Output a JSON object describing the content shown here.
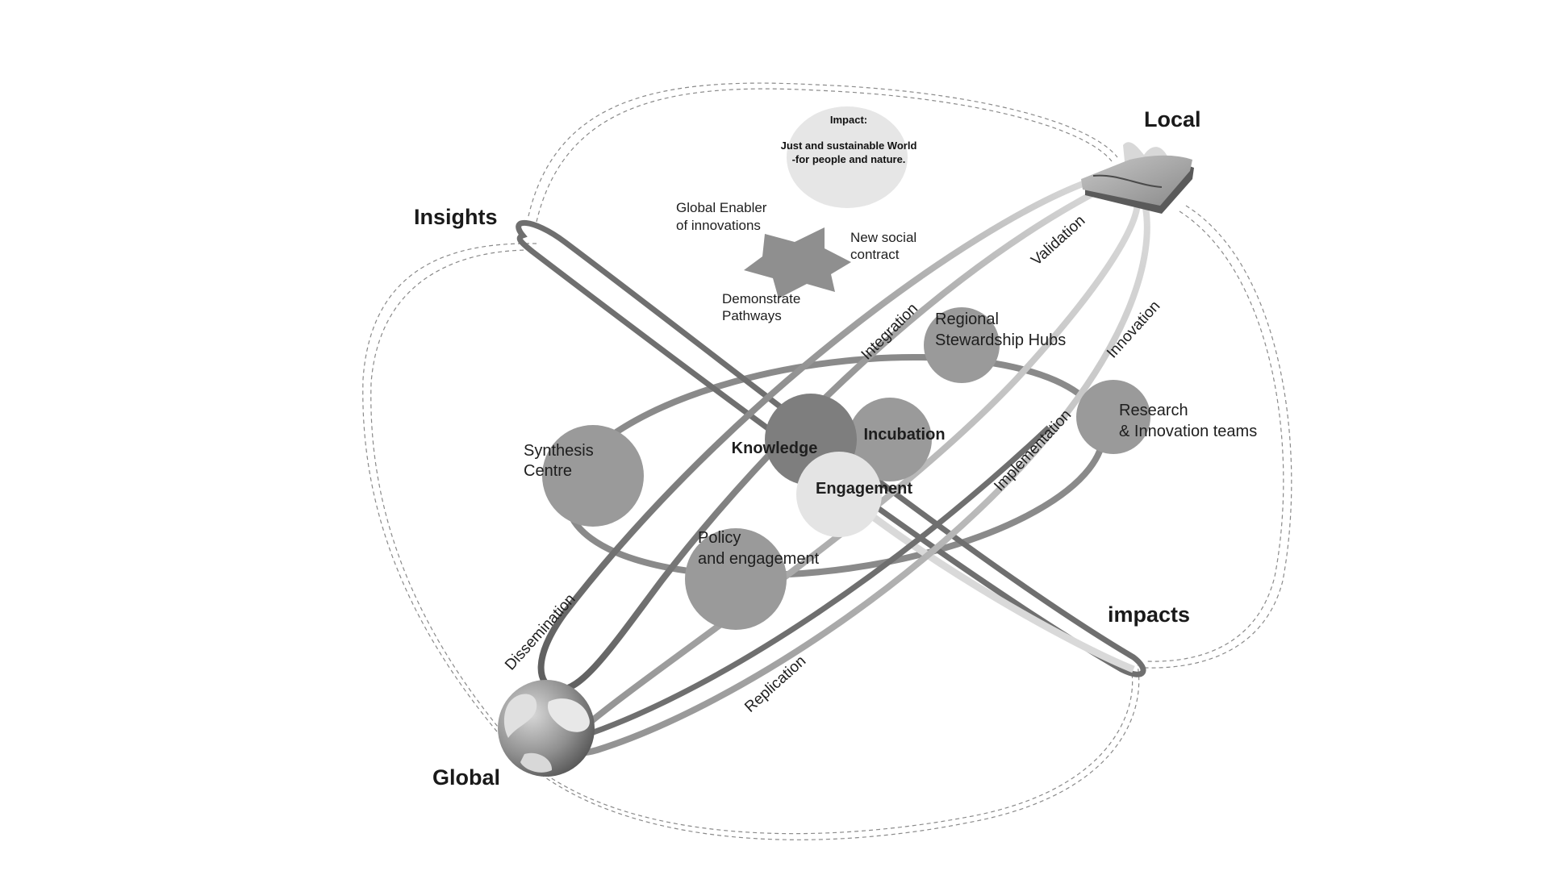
{
  "nodes": {
    "local": "Local",
    "insights": "Insights",
    "global": "Global",
    "impacts": "impacts"
  },
  "impact_bubble": {
    "title": "Impact:",
    "line1": "Just and sustainable World",
    "line2": "-for people and nature."
  },
  "star_labels": {
    "enabler_line1": "Global Enabler",
    "enabler_line2": "of innovations",
    "contract_line1": "New social",
    "contract_line2": "contract",
    "pathways_line1": "Demonstrate",
    "pathways_line2": "Pathways"
  },
  "circles": {
    "synthesis_line1": "Synthesis",
    "synthesis_line2": "Centre",
    "regional_line1": "Regional",
    "regional_line2": "Stewardship Hubs",
    "research_line1": "Research",
    "research_line2": "& Innovation teams",
    "policy_line1": "Policy",
    "policy_line2": "and engagement",
    "knowledge": "Knowledge",
    "incubation": "Incubation",
    "engagement": "Engagement"
  },
  "paths": {
    "validation": "Validation",
    "integration": "Integration",
    "innovation": "Innovation",
    "implementation": "Implementation",
    "dissemination": "Dissemination",
    "replication": "Replication"
  },
  "colors": {
    "dark_ring": "#6e6e6e",
    "mid_ring": "#8c8c8c",
    "light_ring": "#d6d6d6",
    "circle_fill": "#9a9a9a",
    "knowledge_fill": "#7e7e7e",
    "engagement_fill": "#e4e4e4",
    "impact_fill": "#e6e6e6"
  }
}
